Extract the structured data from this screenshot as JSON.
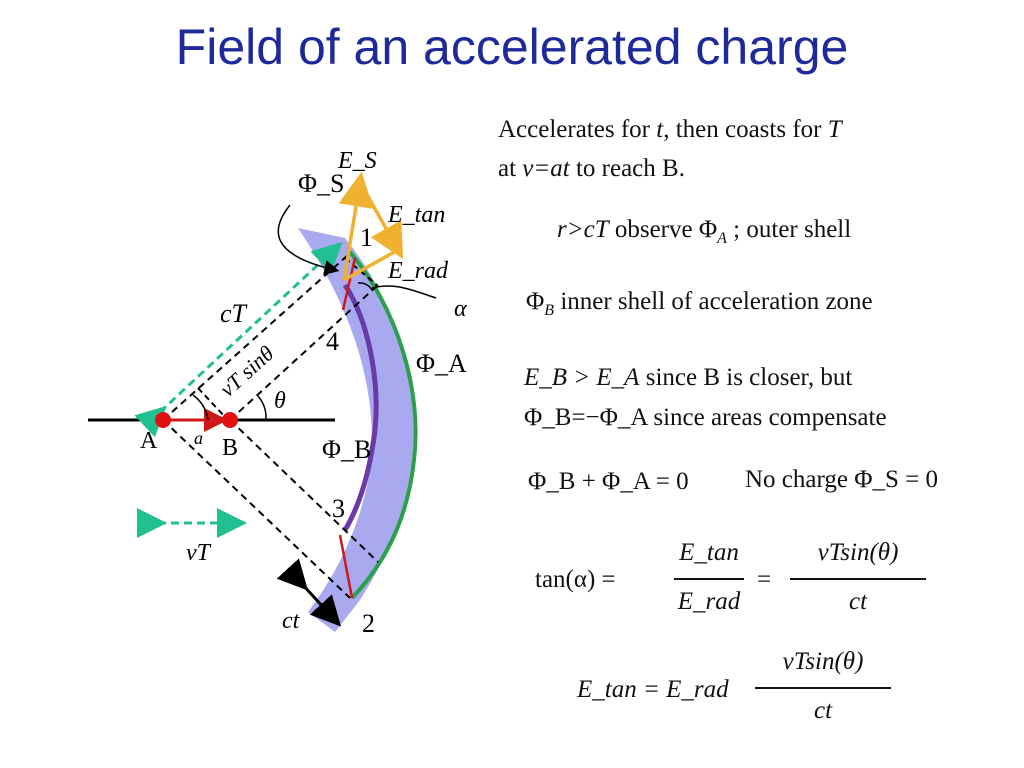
{
  "slide": {
    "title": "Field of an accelerated charge",
    "intro_line1_a": "Accelerates for ",
    "intro_line1_t": "t",
    "intro_line1_b": ", then coasts for ",
    "intro_line1_T": "T",
    "intro_line2_a": "at ",
    "intro_line2_v": "v=at",
    "intro_line2_b": "  to reach B.",
    "observe_r": "r>cT",
    "observe_text": " observe ",
    "observe_phi": "Φ",
    "observe_sub": "A",
    "observe_rest": " ;  outer shell",
    "inner_phi": "Φ",
    "inner_sub": "B",
    "inner_text": " inner shell of acceleration zone",
    "eb_line": "E_B > E_A",
    "eb_text": " since B is closer, but",
    "phib_line": "Φ_B=−Φ_A",
    "phib_text": " since areas compensate",
    "sum_eq": "Φ_B + Φ_A = 0",
    "nocharge_text": "No charge ",
    "nocharge_eq": "Φ_S = 0",
    "tan_lhs": "tan(α) =",
    "tan_frac1_num": "E_tan",
    "tan_frac1_den": "E_rad",
    "tan_eq2": "=",
    "tan_frac2_num": "vTsin(θ)",
    "tan_frac2_den": "ct",
    "etan_lhs": "E_tan = E_rad",
    "etan_frac_num": "vTsin(θ)",
    "etan_frac_den": "ct"
  },
  "diagram": {
    "label_A": "A",
    "label_B": "B",
    "label_a": "a",
    "label_cT": "cT",
    "label_vTsin": "vT sinθ",
    "label_theta": "θ",
    "label_phiS": "Φ_S",
    "label_ES": "E_S",
    "label_Etan": "E_tan",
    "label_Erad": "E_rad",
    "label_alpha": "α",
    "label_phiA": "Φ_A",
    "label_phiB": "Φ_B",
    "label_1": "1",
    "label_2": "2",
    "label_3": "3",
    "label_4": "4",
    "label_vT": "vT",
    "label_ct": "ct",
    "colors": {
      "title": "#1f2a9a",
      "shell": "#a9a9f0",
      "outer_line": "#2aa048",
      "inner_line": "#6a3aa6",
      "radial_red": "#d01818",
      "vector_orange": "#f0b030",
      "dash_teal": "#20c090",
      "charge_red": "#e01010"
    }
  }
}
